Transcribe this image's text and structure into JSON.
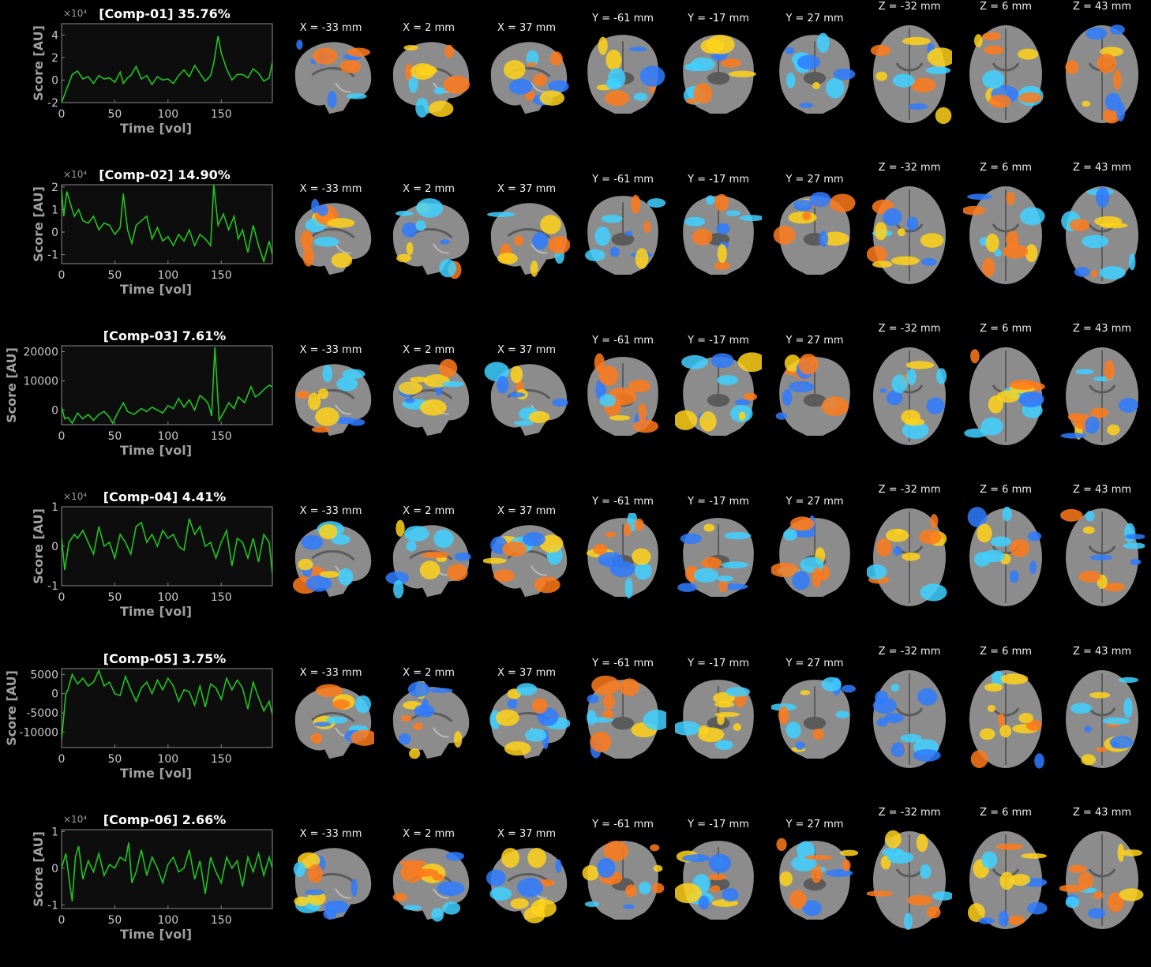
{
  "x_ticks": [
    "0",
    "50",
    "100",
    "150"
  ],
  "x_label": "Time [vol]",
  "y_label": "Score [AU]",
  "slice_labels": [
    "X = -33 mm",
    "X = 2 mm",
    "X = 37 mm",
    "Y = -61 mm",
    "Y = -17 mm",
    "Y = 27 mm",
    "Z = -32 mm",
    "Z = 6 mm",
    "Z = 43 mm"
  ],
  "colors": {
    "trace": "#22c422",
    "axes_bg": "#0d0d0d",
    "axes_edge": "#8a8a8a",
    "brain_gray": "#8c8c8c",
    "positive": "#ff7a1a",
    "positive_hot": "#ffd21a",
    "negative": "#2e7bff",
    "negative_cold": "#3fd0ff"
  },
  "chart_data": [
    {
      "type": "line",
      "title": "[Comp-01] 35.76%",
      "exponent": "×10⁴",
      "yticks": [
        "-2",
        "0",
        "2",
        "4"
      ],
      "ylim": [
        -2,
        5
      ],
      "xlim": [
        0,
        198
      ],
      "x": [
        0,
        8,
        10,
        15,
        20,
        25,
        30,
        35,
        40,
        45,
        50,
        55,
        58,
        62,
        65,
        70,
        75,
        80,
        85,
        90,
        95,
        100,
        105,
        110,
        115,
        120,
        125,
        130,
        135,
        140,
        143,
        147,
        150,
        155,
        160,
        165,
        170,
        175,
        180,
        185,
        190,
        195,
        198
      ],
      "values": [
        -2,
        0,
        0.5,
        0.8,
        0.1,
        0.3,
        -0.3,
        0.4,
        0.1,
        0.2,
        -0.2,
        0.7,
        -0.3,
        0.2,
        0.4,
        1.2,
        0.1,
        0.4,
        -0.4,
        0.3,
        0,
        0.1,
        -0.3,
        0.4,
        0.9,
        0.3,
        1.3,
        0.6,
        -0.1,
        0.4,
        1.5,
        3.9,
        2.4,
        1,
        0,
        0.5,
        0.5,
        0.2,
        1,
        0.6,
        -0.1,
        0.2,
        1.6
      ]
    },
    {
      "type": "line",
      "title": "[Comp-02] 14.90%",
      "exponent": "×10⁴",
      "yticks": [
        "-1",
        "0",
        "1",
        "2"
      ],
      "ylim": [
        -1.4,
        2.1
      ],
      "xlim": [
        0,
        198
      ],
      "x": [
        0,
        2,
        5,
        8,
        12,
        16,
        20,
        25,
        30,
        35,
        40,
        45,
        50,
        55,
        58,
        62,
        66,
        70,
        75,
        80,
        85,
        90,
        95,
        100,
        105,
        110,
        115,
        120,
        125,
        130,
        135,
        140,
        143,
        147,
        152,
        157,
        162,
        166,
        170,
        175,
        180,
        185,
        190,
        195,
        198
      ],
      "values": [
        1.9,
        0.7,
        1.8,
        1.3,
        0.7,
        1,
        0.5,
        0.4,
        0.7,
        0.1,
        0.4,
        0.3,
        -0.1,
        0.2,
        1.7,
        0.1,
        -0.5,
        0.3,
        0.5,
        0.7,
        -0.3,
        0.2,
        -0.4,
        -0.2,
        -0.6,
        -0.1,
        -0.4,
        0.1,
        -0.6,
        -0.1,
        -0.3,
        -0.6,
        2.1,
        0.3,
        0.8,
        0.1,
        0.7,
        -0.3,
        0.1,
        -0.9,
        0.3,
        -0.6,
        -1.3,
        -0.4,
        -1
      ]
    },
    {
      "type": "line",
      "title": "[Comp-03] 7.61%",
      "exponent": "",
      "yticks": [
        "0",
        "10000",
        "20000"
      ],
      "ylim": [
        -5000,
        22000
      ],
      "xlim": [
        0,
        198
      ],
      "x": [
        0,
        3,
        6,
        10,
        15,
        20,
        25,
        30,
        35,
        40,
        45,
        48,
        52,
        58,
        62,
        68,
        75,
        80,
        85,
        90,
        95,
        100,
        105,
        110,
        115,
        120,
        125,
        130,
        135,
        138,
        141,
        144,
        148,
        152,
        157,
        162,
        166,
        172,
        178,
        182,
        186,
        190,
        195,
        198
      ],
      "values": [
        1000,
        -3000,
        -2500,
        -4500,
        -1000,
        -3000,
        -1500,
        -3500,
        -1500,
        -500,
        -2500,
        -4500,
        -1500,
        2500,
        -500,
        -1500,
        500,
        -500,
        1000,
        0,
        -1000,
        1500,
        500,
        4000,
        1000,
        3500,
        0,
        5000,
        3500,
        2000,
        -2000,
        21500,
        -3500,
        -1000,
        2500,
        500,
        4500,
        2500,
        8000,
        4500,
        5500,
        7000,
        8500,
        8000
      ]
    },
    {
      "type": "line",
      "title": "[Comp-04] 4.41%",
      "exponent": "×10⁴",
      "yticks": [
        "-1",
        "0",
        "1"
      ],
      "ylim": [
        -1,
        1
      ],
      "xlim": [
        0,
        198
      ],
      "x": [
        0,
        3,
        7,
        12,
        15,
        20,
        25,
        30,
        35,
        40,
        45,
        50,
        55,
        60,
        65,
        70,
        75,
        80,
        85,
        90,
        95,
        100,
        105,
        110,
        115,
        120,
        125,
        130,
        135,
        140,
        145,
        150,
        155,
        160,
        165,
        170,
        175,
        180,
        185,
        190,
        195,
        198
      ],
      "values": [
        0.2,
        -0.6,
        0.1,
        0.3,
        0.2,
        0.4,
        0.1,
        -0.2,
        0.5,
        0,
        0.1,
        -0.3,
        0.3,
        0.1,
        -0.2,
        0.5,
        0.6,
        0.1,
        0.3,
        0,
        0.4,
        0.2,
        0.3,
        0,
        -0.1,
        0.7,
        0.3,
        0.5,
        0,
        0.1,
        -0.3,
        0.1,
        0.4,
        -0.5,
        0.2,
        0.1,
        -0.3,
        0.2,
        -0.4,
        0.3,
        0.1,
        -0.7
      ]
    },
    {
      "type": "line",
      "title": "[Comp-05] 3.75%",
      "exponent": "",
      "yticks": [
        "-10000",
        "-5000",
        "0",
        "5000"
      ],
      "ylim": [
        -14000,
        6500
      ],
      "xlim": [
        0,
        198
      ],
      "x": [
        0,
        2,
        4,
        6,
        8,
        10,
        15,
        20,
        25,
        30,
        35,
        40,
        45,
        50,
        55,
        60,
        65,
        70,
        75,
        80,
        85,
        90,
        95,
        100,
        105,
        110,
        115,
        120,
        125,
        130,
        135,
        140,
        145,
        150,
        155,
        160,
        165,
        170,
        175,
        180,
        185,
        190,
        195,
        198
      ],
      "values": [
        -12000,
        -6000,
        0,
        1000,
        3000,
        5000,
        2500,
        4000,
        2000,
        3000,
        6000,
        2000,
        3000,
        0,
        -500,
        4500,
        1000,
        -2000,
        1500,
        3000,
        0,
        3500,
        1000,
        4000,
        2000,
        -2000,
        1000,
        500,
        -3000,
        2000,
        -3500,
        2500,
        1500,
        -1500,
        4000,
        1000,
        3500,
        1500,
        -4000,
        3000,
        -1000,
        -4500,
        -2000,
        -5500
      ]
    },
    {
      "type": "line",
      "title": "[Comp-06] 2.66%",
      "exponent": "×10⁴",
      "yticks": [
        "-1",
        "0",
        "1"
      ],
      "ylim": [
        -1.1,
        1.05
      ],
      "xlim": [
        0,
        198
      ],
      "x": [
        0,
        4,
        8,
        10,
        13,
        16,
        20,
        25,
        30,
        35,
        40,
        45,
        50,
        55,
        60,
        63,
        66,
        70,
        75,
        80,
        85,
        90,
        95,
        100,
        105,
        110,
        115,
        120,
        125,
        130,
        135,
        140,
        145,
        150,
        155,
        160,
        165,
        170,
        175,
        180,
        185,
        190,
        195,
        198
      ],
      "values": [
        0,
        0.4,
        -0.5,
        -0.9,
        0.3,
        0.6,
        -0.3,
        0.2,
        -0.1,
        0.4,
        -0.2,
        0.1,
        0,
        0.3,
        0.2,
        0.7,
        -0.4,
        -0.1,
        0.5,
        -0.2,
        0.3,
        0,
        -0.4,
        0.1,
        0.3,
        -0.1,
        0,
        0.5,
        -0.3,
        0.2,
        -0.7,
        0.3,
        -0.1,
        -0.4,
        0.3,
        0,
        0.2,
        -0.5,
        0.3,
        -0.1,
        0.4,
        -0.2,
        0.3,
        0
      ]
    }
  ]
}
